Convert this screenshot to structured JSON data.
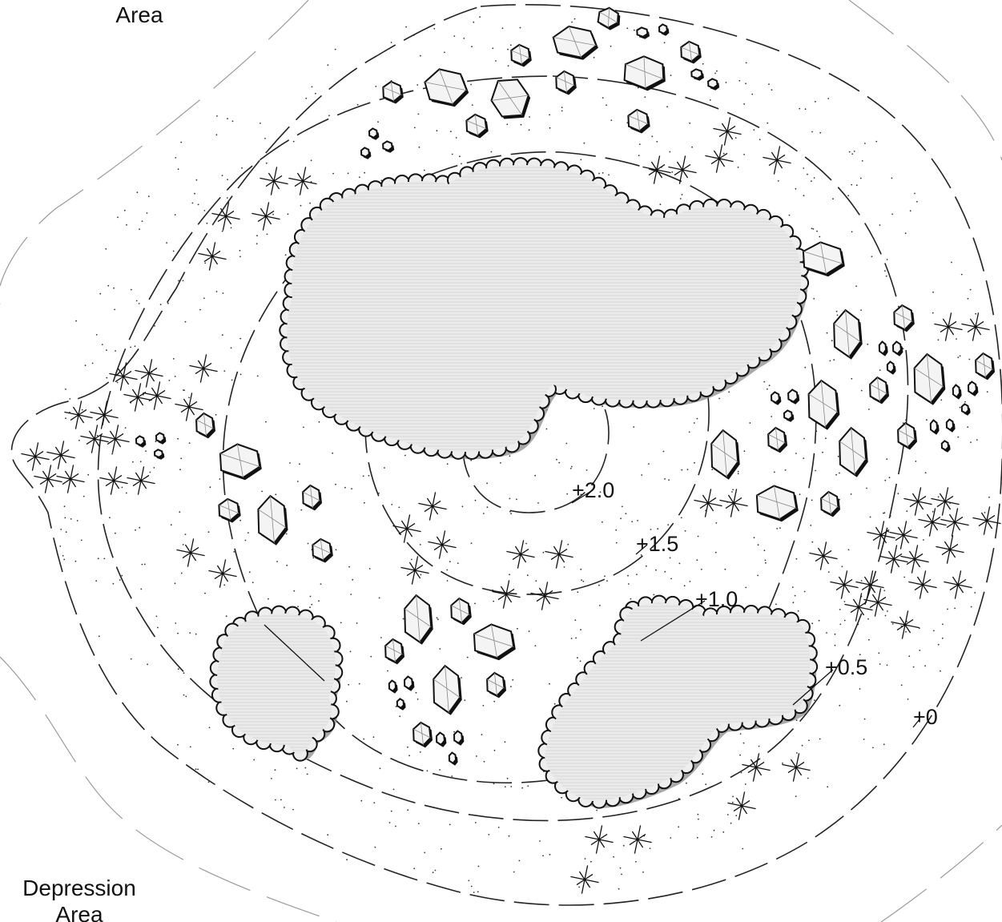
{
  "labels": {
    "top_area": "Area",
    "depression_line1": "Depression",
    "depression_line2": "Area"
  },
  "elevations": [
    "+2.0",
    "+1.5",
    "+1.0",
    "+0.5",
    "+0"
  ],
  "legend_colors": {
    "line": "#111111",
    "shrub_fill": "#ececec",
    "shadow": "#8c8c8c",
    "outer_contour": "#9a9a9a"
  }
}
